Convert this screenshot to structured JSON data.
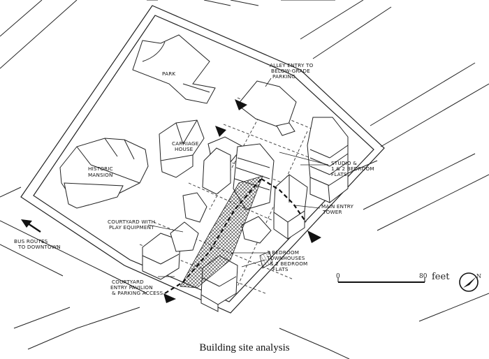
{
  "labels": {
    "park": "PARK",
    "alley_1": "ALLEY ENTRY TO",
    "alley_2": "BELOW-GRADE",
    "alley_3": "PARKING",
    "carriage_1": "CARRIAGE",
    "carriage_2": "HOUSE",
    "historic_1": "HISTORIC",
    "historic_2": "MANSION",
    "studio_1": "STUDIO &",
    "studio_2": "1 & 2 BEDROOM",
    "studio_3": "FLATS",
    "main_entry_1": "MAIN ENTRY",
    "main_entry_2": "TOWER",
    "courtyard_1": "COURTYARD WITH",
    "courtyard_2": "PLAY EQUIPMENT",
    "bedroom_1": "3 BEDROOM",
    "bedroom_2": "TOWNHOUSES",
    "bedroom_3": "& 2 BEDROOM",
    "bedroom_4": "FLATS",
    "bus_1": "BUS ROUTES",
    "bus_2": "TO DOWNTOWN",
    "pavilion_1": "COURTYARD",
    "pavilion_2": "ENTRY PAVILION",
    "pavilion_3": "& PARKING ACCESS"
  },
  "scale": {
    "start": "0",
    "end": "80",
    "unit": "feet"
  },
  "north": {
    "letter": "N"
  },
  "caption": "Building site analysis"
}
